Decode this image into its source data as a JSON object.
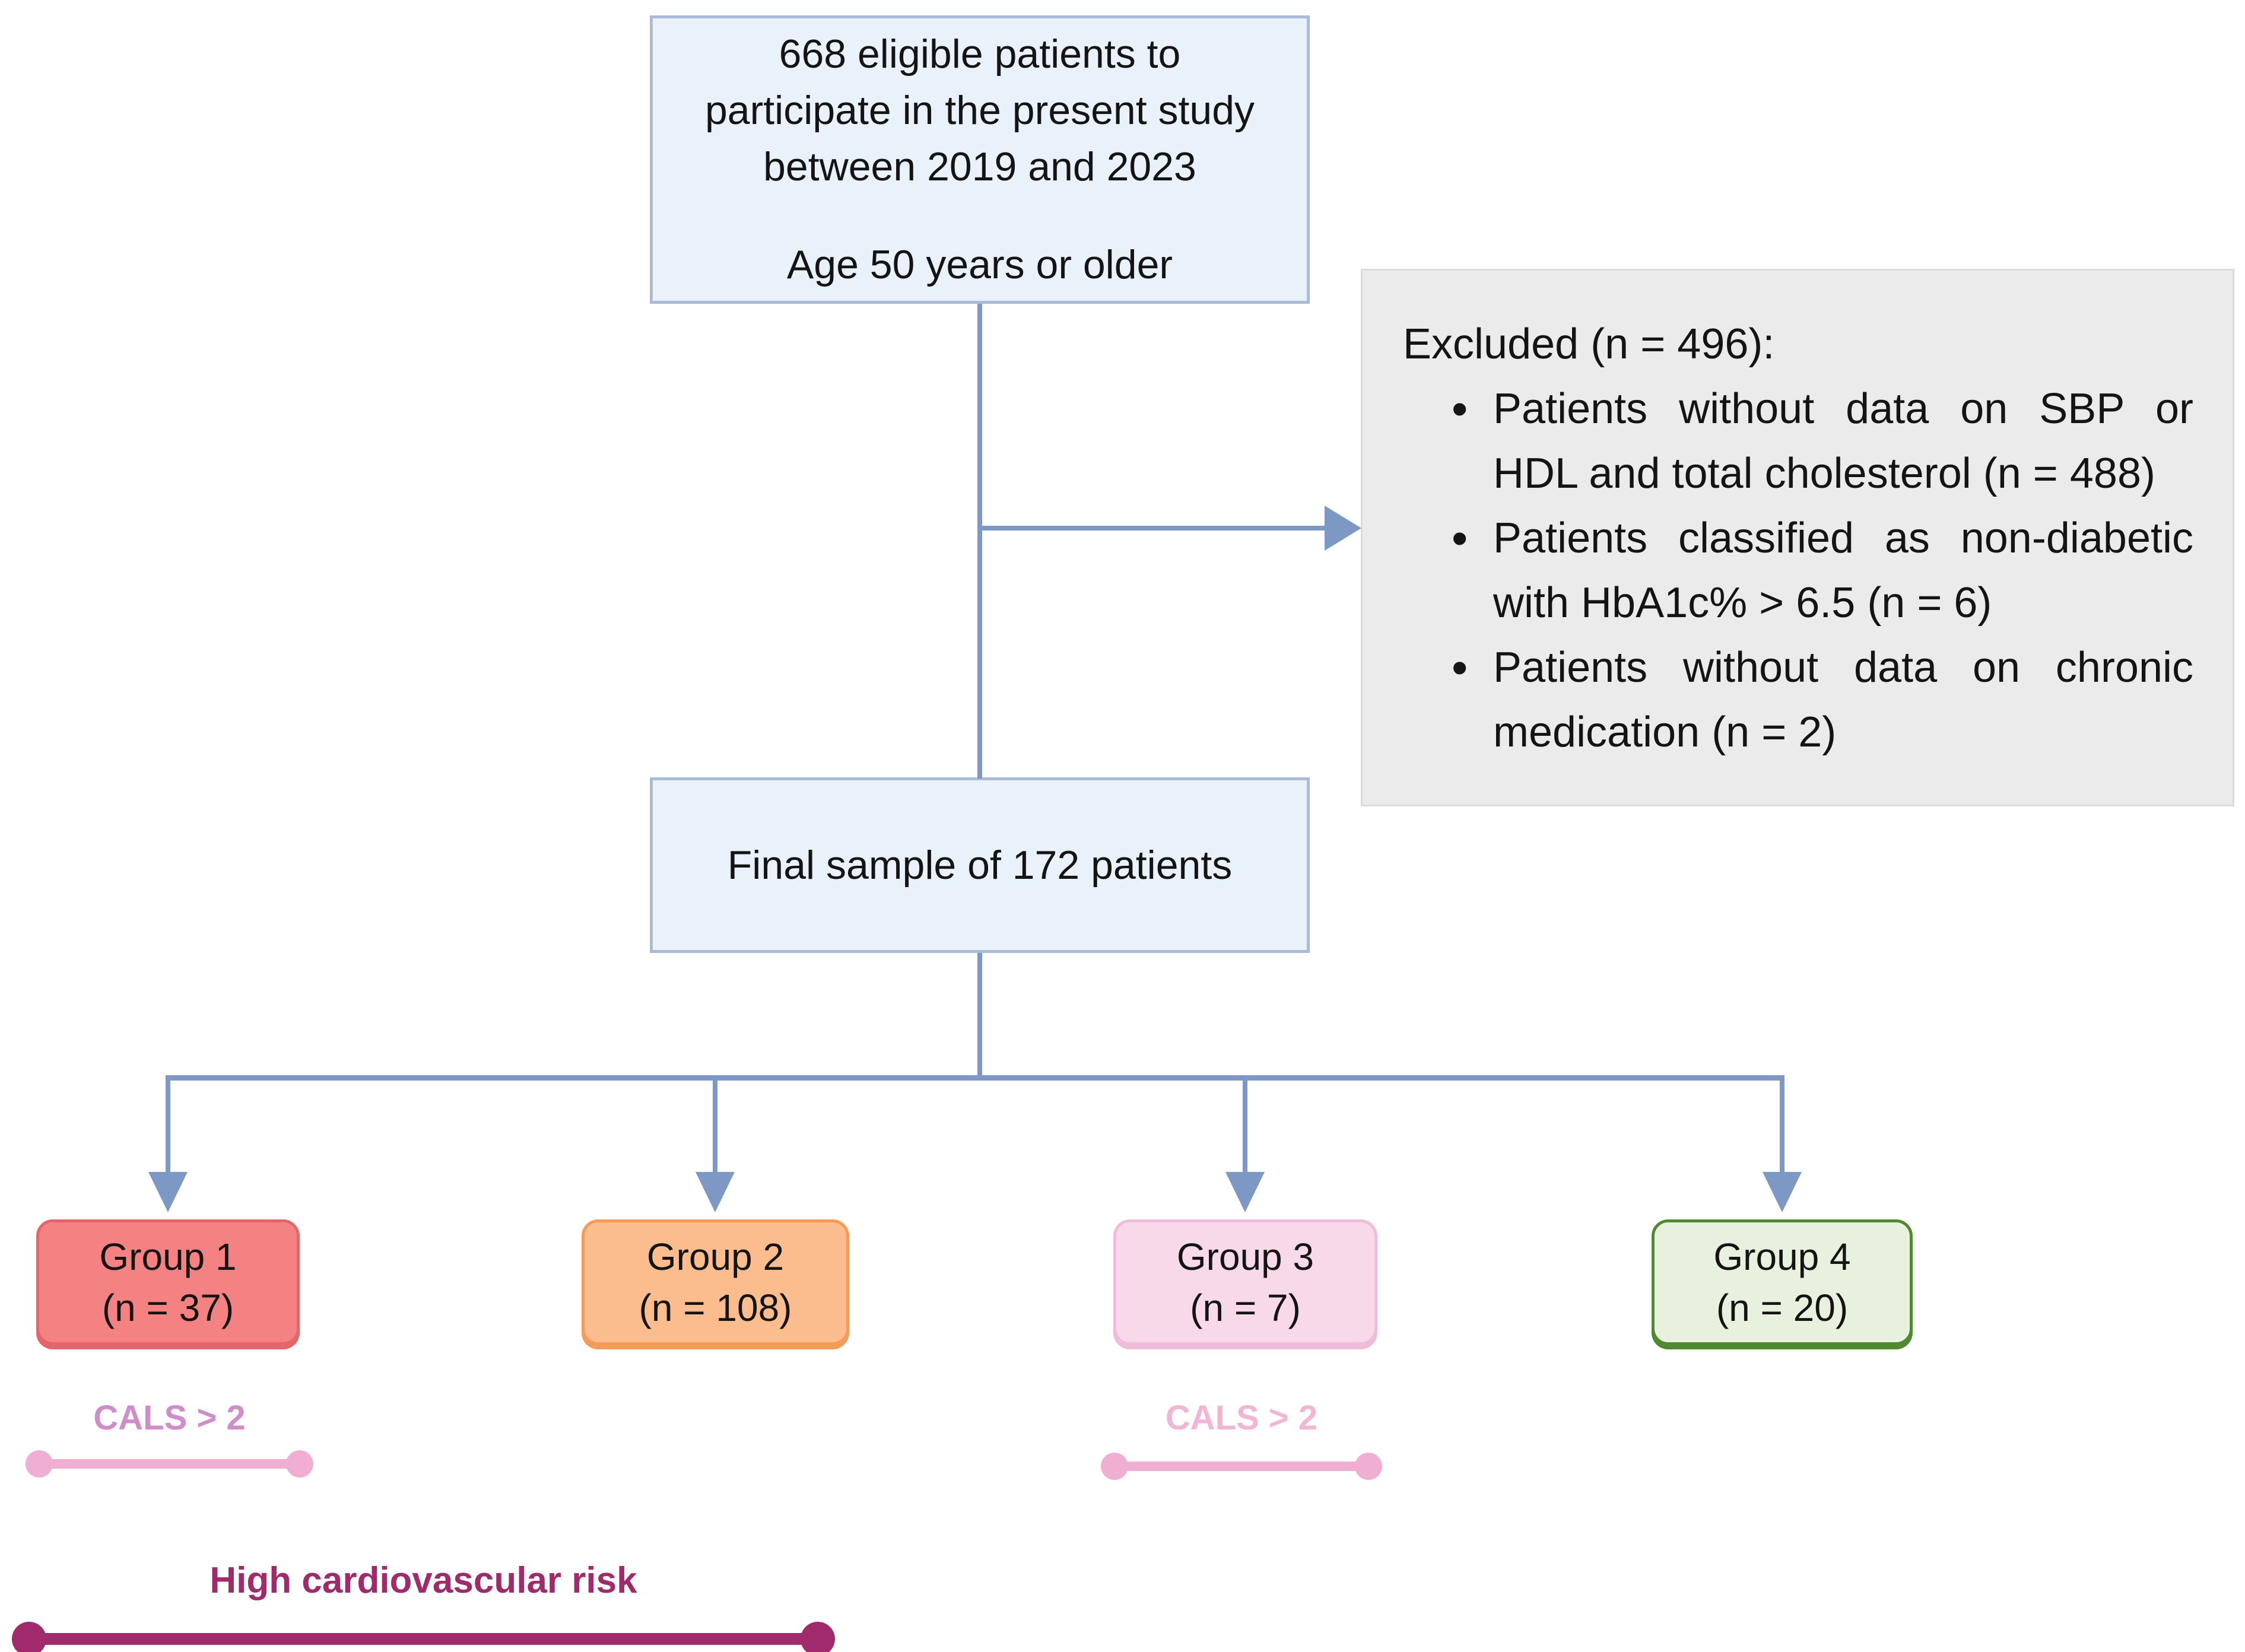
{
  "diagram": {
    "eligible_box": {
      "line1": "668 eligible patients to",
      "line2": "participate in the present study",
      "line3": "between 2019 and 2023",
      "age_line": "Age 50 years or older"
    },
    "excluded_box": {
      "title": "Excluded (n = 496):",
      "bullet_marker": "•",
      "bullets": [
        {
          "line1": "Patients without data on SBP or",
          "line2": "HDL and total cholesterol (n = 488)"
        },
        {
          "line1": "Patients classified as non-diabetic",
          "line2": "with HbA1c% > 6.5 (n = 6)"
        },
        {
          "line1": "Patients without data on chronic",
          "line2": "medication (n = 2)"
        }
      ]
    },
    "final_box": {
      "text": "Final sample of 172 patients"
    },
    "groups": [
      {
        "label": "Group 1",
        "n": "(n = 37)"
      },
      {
        "label": "Group 2",
        "n": "(n = 108)"
      },
      {
        "label": "Group 3",
        "n": "(n = 7)"
      },
      {
        "label": "Group 4",
        "n": "(n = 20)"
      }
    ],
    "annotations": {
      "cals_group1": "CALS > 2",
      "cals_group3": "CALS > 2",
      "high_risk": "High cardiovascular risk"
    },
    "colors": {
      "connector": "#7E98C6",
      "blue_box_fill": "#E9F1FB",
      "blue_box_border": "#A9BBD9",
      "excluded_fill": "#EBEBEB",
      "group1_fill": "#F58282",
      "group1_border": "#E4656C",
      "group2_fill": "#FBBD8E",
      "group2_border": "#F59B58",
      "group3_fill": "#F7D9EA",
      "group3_border": "#EFBCD9",
      "group4_fill": "#E8F1DD",
      "group4_border": "#4F8A2F",
      "cals_label_group1": "#CF8DC9",
      "cals_label_group3": "#F2B6D4",
      "cals_line": "#F0AED3",
      "high_risk": "#A12A6D"
    }
  }
}
